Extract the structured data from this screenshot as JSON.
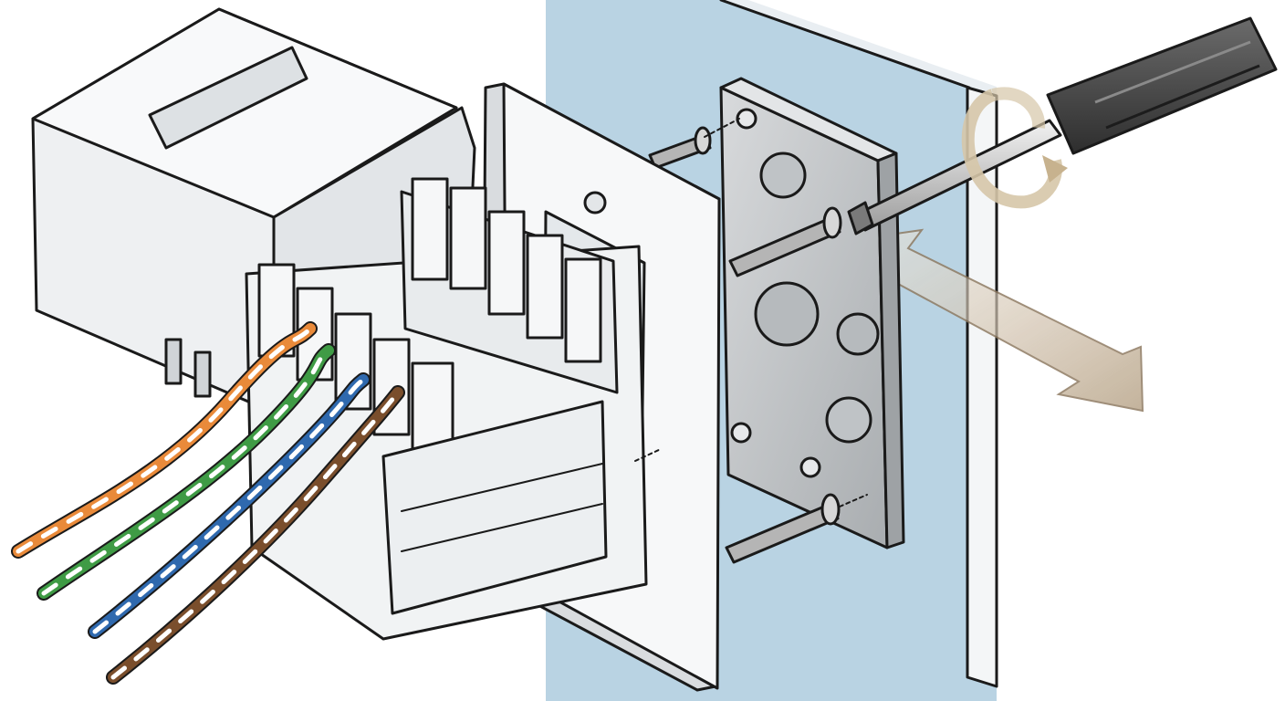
{
  "figure": {
    "kind": "exploded assembly illustration",
    "text_labels": []
  },
  "parts": [
    {
      "name": "keystone-jack",
      "color": "#f1f3f4"
    },
    {
      "name": "wall-plate",
      "color": "#f7f8f9"
    },
    {
      "name": "electrical-box",
      "color": "#c9ccce"
    },
    {
      "name": "screwdriver",
      "color": "#4a4a4a"
    },
    {
      "name": "wall-section",
      "color": "#b9d3e3"
    },
    {
      "name": "mounting-screw",
      "count": 3,
      "color": "#bdbdbd"
    }
  ],
  "wires": [
    {
      "pair": "orange",
      "color": "#e98a3a"
    },
    {
      "pair": "green",
      "color": "#3f9b45"
    },
    {
      "pair": "blue",
      "color": "#2f69ae"
    },
    {
      "pair": "brown",
      "color": "#7a4e2c"
    }
  ],
  "colors": {
    "outline": "#1a1a1a",
    "wall": "#b9d3e3",
    "arrow": "#d9c9b3",
    "rotation-arrow": "#d6c6a8"
  }
}
